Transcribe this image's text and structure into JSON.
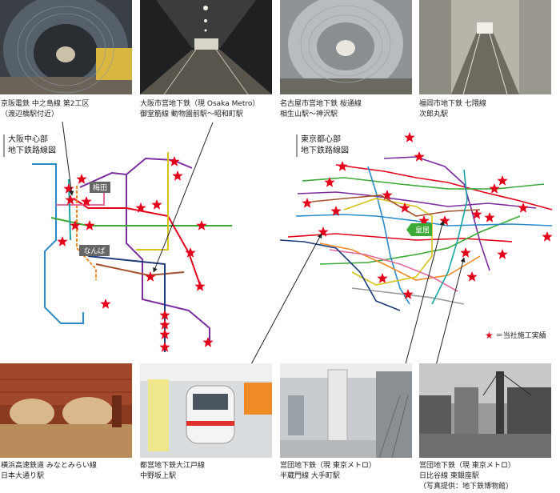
{
  "top_photos": [
    {
      "line1": "京阪電鉄 中之島線 第2工区",
      "line2": "（渡辺橋駅付近）"
    },
    {
      "line1": "大阪市営地下鉄（現 Osaka Metro）",
      "line2": "御堂筋線 動物園前駅～昭和町駅"
    },
    {
      "line1": "名古屋市営地下鉄 桜通線",
      "line2": "相生山駅～神沢駅"
    },
    {
      "line1": "福岡市地下鉄 七隈線",
      "line2": "次郎丸駅"
    }
  ],
  "bottom_photos": [
    {
      "line1": "横浜高速鉄道 みなとみらい線",
      "line2": "日本大通り駅"
    },
    {
      "line1": "都営地下鉄大江戸線",
      "line2": "中野坂上駅"
    },
    {
      "line1": "営団地下鉄（現 東京メトロ）",
      "line2": "半蔵門線 大手町駅"
    },
    {
      "line1": "営団地下鉄（現 東京メトロ）",
      "line2": "日比谷線 東銀座駅",
      "line3": "（写真提供：地下鉄博物館）"
    }
  ],
  "osaka_map": {
    "title1": "大阪中心部",
    "title2": "地下鉄路線図",
    "station_umeda": "梅田",
    "station_namba": "なんば"
  },
  "tokyo_map": {
    "title1": "東京都心部",
    "title2": "地下鉄路線図",
    "kokyo": "皇居"
  },
  "legend": {
    "text": "＝当社施工実績"
  },
  "colors": {
    "star": "#e3001b",
    "purple": "#7b2d9e",
    "green": "#3aa935",
    "red": "#e3001b",
    "blue": "#2b8bc8",
    "orange": "#f08a24",
    "yellow": "#d9c21a",
    "pink": "#e46a9a"
  }
}
